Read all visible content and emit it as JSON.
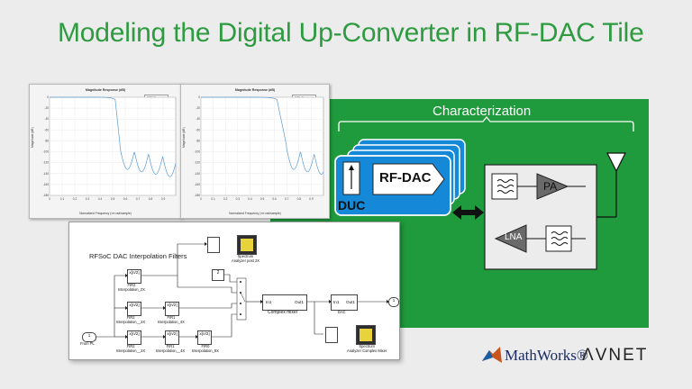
{
  "slide": {
    "title": "Modeling the Digital Up-Converter in RF-DAC Tile"
  },
  "characterization": {
    "label": "Characterization"
  },
  "duc": {
    "label": "DUC",
    "rfdac_label": "RF-DAC"
  },
  "rf_frontend": {
    "pa_label": "PA",
    "lna_label": "LNA"
  },
  "plots": [
    {
      "title": "Magnitude Response (dB)",
      "xlabel": "Normalized Frequency (×π rad/sample)",
      "ylabel": "Magnitude (dB)",
      "legend": "FIR2 Response",
      "xticks": [
        "0",
        "0.1",
        "0.2",
        "0.3",
        "0.4",
        "0.5",
        "0.6",
        "0.7",
        "0.8",
        "0.9"
      ],
      "yticks": [
        "0",
        "-20",
        "-40",
        "-60",
        "-80",
        "-100",
        "-120",
        "-140",
        "-160",
        "-180"
      ]
    },
    {
      "title": "Magnitude Response (dB)",
      "xlabel": "Normalized Frequency (×π rad/sample)",
      "ylabel": "Magnitude (dB)",
      "legend": "FIR1 Response",
      "xticks": [
        "0",
        "0.1",
        "0.2",
        "0.3",
        "0.4",
        "0.5",
        "0.6",
        "0.7",
        "0.8",
        "0.9"
      ],
      "yticks": [
        "0",
        "-20",
        "-40",
        "-60",
        "-80",
        "-100",
        "-120",
        "-140",
        "-160",
        "-180"
      ]
    }
  ],
  "simulink": {
    "title": "RFSoC DAC Interpolation Filters",
    "inport": {
      "num": "1",
      "label": "From PL"
    },
    "outport": {
      "num": "1"
    },
    "const": "2",
    "fir_block": "x[n/2]",
    "blocks": {
      "fir2_a": "FIR2\nInterpolation_2X",
      "fir2_b": "FIR2\nInterpolation__2X",
      "fir1_a": "FIR1\nInterpolation_4X",
      "fir2_c": "FIR2\nInterpolation__2X",
      "fir1_b": "FIR1\nInterpolation__4X",
      "fir0": "FIR0\nInterpolation_8X"
    },
    "complex_mixer": {
      "label": "Complex mixer",
      "in": "In1",
      "out": "Out1"
    },
    "dac": {
      "label": "DAC",
      "in": "In1",
      "out": "Out1"
    },
    "spectrum_top": "Spectrum\nAnalyzer post 2X",
    "spectrum_bottom": "Spectrum\nAnalyzer Complex Mixer"
  },
  "logos": {
    "mathworks": "MathWorks®",
    "avnet": "ΛVNET"
  },
  "colors": {
    "title_green": "#2e9b41",
    "panel_green": "#1f9a3c",
    "duc_blue": "#1688d8",
    "plot_line": "#5b9bd5"
  }
}
